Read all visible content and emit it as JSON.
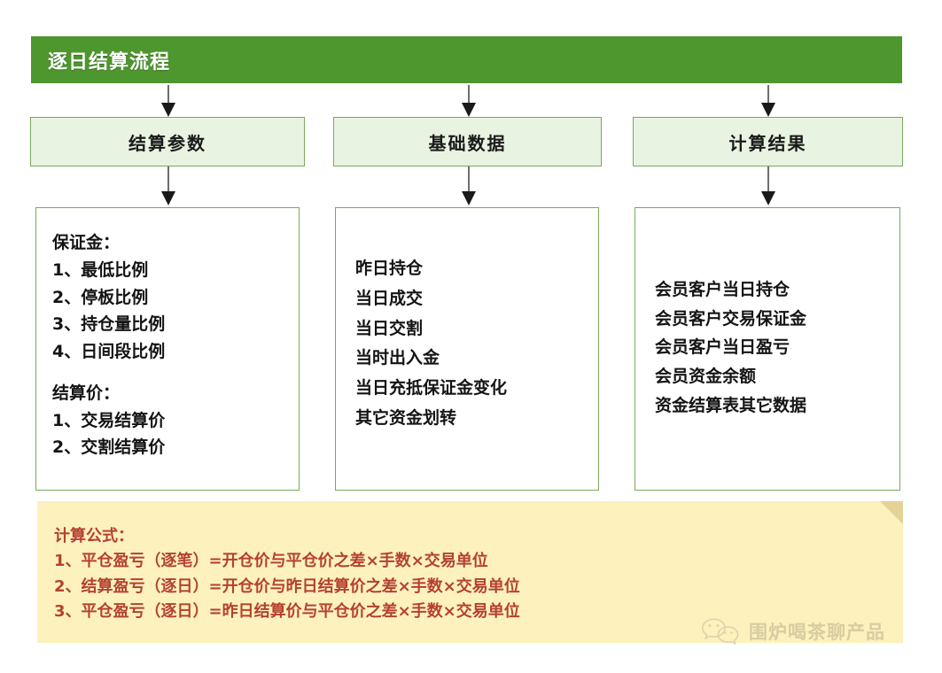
{
  "title_bar": {
    "text": "逐日结算流程",
    "bg_color": "#4e962e",
    "text_color": "#ffffff"
  },
  "columns": [
    {
      "header": "结算参数",
      "lines": [
        "保证金：",
        "1、最低比例",
        "2、停板比例",
        "3、持仓量比例",
        "4、日间段比例",
        "",
        "结算价：",
        "1、交易结算价",
        "2、交割结算价"
      ]
    },
    {
      "header": "基础数据",
      "lines": [
        "昨日持仓",
        "当日成交",
        "当日交割",
        "当时出入金",
        "当日充抵保证金变化",
        "其它资金划转"
      ]
    },
    {
      "header": "计算结果",
      "lines": [
        "会员客户当日持仓",
        "会员客户交易保证金",
        "会员客户当日盈亏",
        "会员资金余额",
        "资金结算表其它数据"
      ]
    }
  ],
  "formula_box": {
    "bg_color": "#fdf1bd",
    "text_color": "#b5412a",
    "lines": [
      "计算公式：",
      "1、平仓盈亏（逐笔）=开仓价与平仓价之差×手数×交易单位",
      "2、结算盈亏（逐日）=开仓价与昨日结算价之差×手数×交易单位",
      "3、平仓盈亏（逐日）=昨日结算价与平仓价之差×手数×交易单位"
    ]
  },
  "watermark": {
    "text": "围炉喝茶聊产品",
    "color": "#d8cda1"
  },
  "theme": {
    "header_fill": "#e9f3e1",
    "border_green": "#7aa95c",
    "arrow_color": "#1a1a1a"
  }
}
